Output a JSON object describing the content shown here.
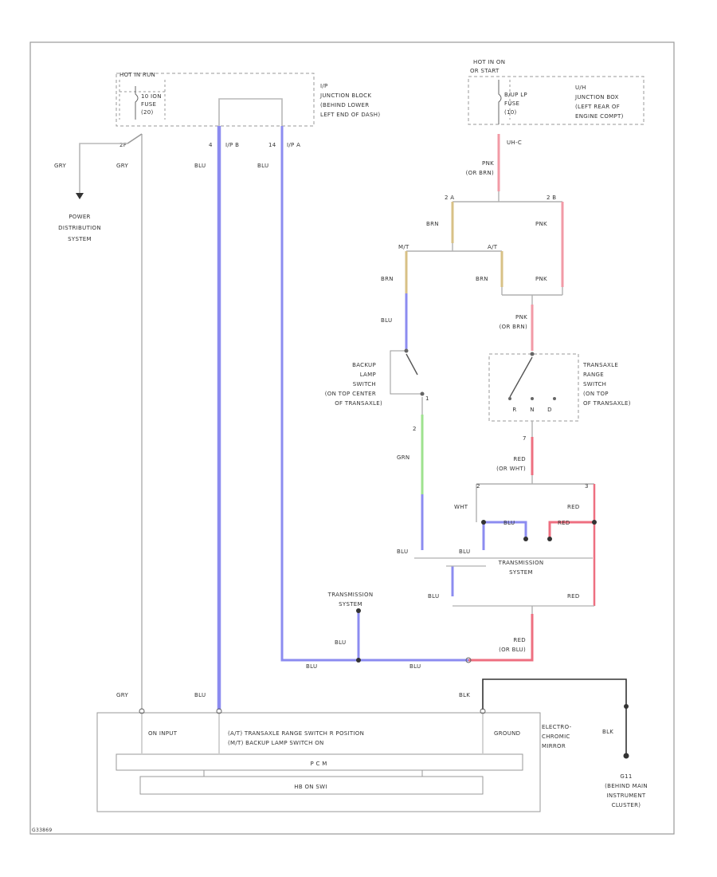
{
  "colors": {
    "grey_wire": "#b8b8b8",
    "blue_wire": "#8c8cf0",
    "pink_wire": "#f29aa6",
    "red_wire": "#ee6f80",
    "tan_wire": "#d8c186",
    "green_wire": "#9ee28e",
    "black_wire": "#333333",
    "box_outline": "#999999"
  },
  "fuse_block_left": {
    "header": "HOT IN RUN",
    "fuse_lines": [
      "10 ION",
      "FUSE",
      "(20)"
    ],
    "location_lines": [
      "I/P",
      "JUNCTION BLOCK",
      "(BEHIND LOWER",
      "LEFT END OF DASH)"
    ],
    "pin_labels": [
      "2F",
      "4",
      "I/P B",
      "14",
      "I/P A"
    ]
  },
  "fuse_block_right": {
    "header_lines": [
      "HOT IN ON",
      "OR START"
    ],
    "fuse_lines": [
      "B/UP LP",
      "FUSE",
      "(10)"
    ],
    "location_lines": [
      "U/H",
      "JUNCTION BOX",
      "(LEFT REAR OF",
      "ENGINE COMPT)"
    ],
    "pin_label": "UH-C"
  },
  "power_distribution": {
    "label_lines": [
      "POWER",
      "DISTRIBUTION",
      "SYSTEM"
    ]
  },
  "wire_labels": {
    "gry_left": "GRY",
    "gry_main": "GRY",
    "blu_ipb": "BLU",
    "blu_ipa": "BLU",
    "pnk_or_brn_top": [
      "PNK",
      "(OR BRN)"
    ],
    "splice_2a": "2 A",
    "splice_2b": "2 B",
    "brn_upper": "BRN",
    "pnk_upper": "PNK",
    "mt": "M/T",
    "at": "A/T",
    "brn_left": "BRN",
    "brn_mid": "BRN",
    "pnk_mid": "PNK",
    "blu_backup": "BLU",
    "pnk_or_brn_bottom": [
      "PNK",
      "(OR BRN)"
    ],
    "grn": "GRN",
    "red_or_wht": [
      "RED",
      "(OR WHT)"
    ],
    "wht": "WHT",
    "red_right": "RED",
    "blu_inner": "BLU",
    "red_inner": "RED",
    "blu_bottom_left": "BLU",
    "blu_bottom_mid": "BLU",
    "blu_lower": "BLU",
    "red_lower": "RED",
    "blu_ts": "BLU",
    "red_or_blu": [
      "RED",
      "(OR BLU)"
    ],
    "blu_run_1": "BLU",
    "blu_run_2": "BLU",
    "gry_pcm": "GRY",
    "blu_pcm": "BLU",
    "blk_top": "BLK",
    "blk_side": "BLK",
    "pin_1_left": "1",
    "pin_2_green": "2",
    "pin_7_range": "7",
    "pin_2_mid": "2",
    "pin_3_right": "3"
  },
  "backup_switch": {
    "label_lines": [
      "BACKUP",
      "LAMP",
      "SWITCH",
      "(ON TOP CENTER",
      "OF TRANSAXLE)"
    ]
  },
  "range_switch": {
    "label_lines": [
      "TRANSAXLE",
      "RANGE",
      "SWITCH",
      "(ON TOP",
      "OF TRANSAXLE)"
    ],
    "positions": [
      "R",
      "N",
      "D"
    ]
  },
  "transmission_system_inner": {
    "label_lines": [
      "TRANSMISSION",
      "SYSTEM"
    ]
  },
  "transmission_system_lower": {
    "label_lines": [
      "TRANSMISSION",
      "SYSTEM"
    ]
  },
  "pcm": {
    "on_input": "ON INPUT",
    "function_lines": [
      "(A/T)  TRANSAXLE RANGE SWITCH R POSITION",
      "(M/T)  BACKUP LAMP SWITCH ON"
    ],
    "ground": "GROUND",
    "bar_label": "P C M",
    "sub_bar_label": "HB ON SWI"
  },
  "electrochromic_mirror": {
    "label_lines": [
      "ELECTRO-",
      "CHROMIC",
      "MIRROR"
    ]
  },
  "g_point": {
    "label_lines": [
      "G11",
      "(BEHIND MAIN",
      "INSTRUMENT",
      "CLUSTER)"
    ]
  },
  "figure_id": "G33869"
}
